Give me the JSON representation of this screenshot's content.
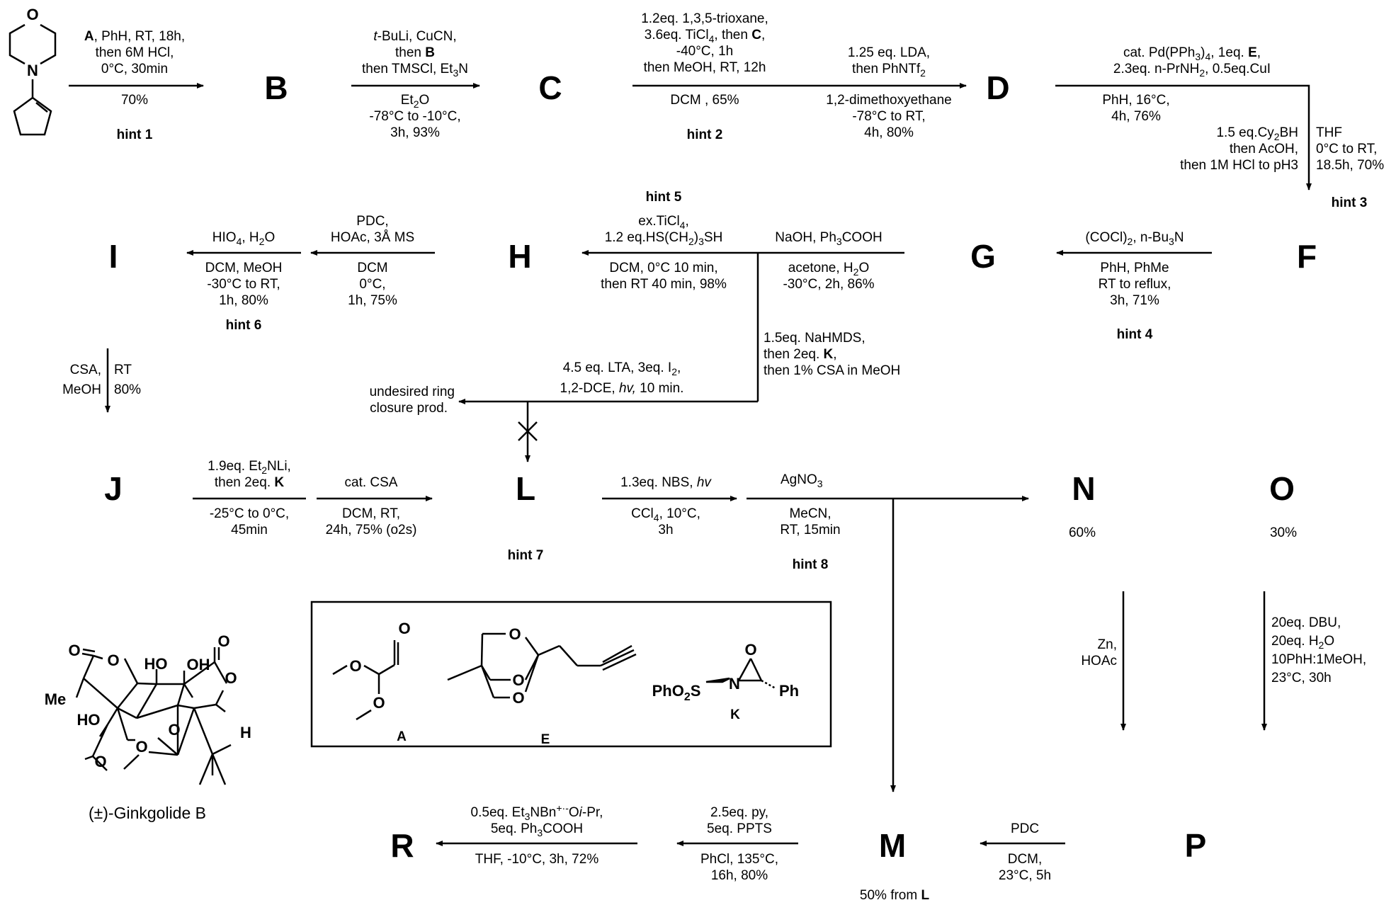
{
  "compounds": {
    "B": "B",
    "C": "C",
    "D": "D",
    "E": "E",
    "F": "F",
    "G": "G",
    "H": "H",
    "I": "I",
    "J": "J",
    "L": "L",
    "N": "N",
    "O": "O",
    "M": "M",
    "P": "P",
    "R": "R"
  },
  "steps": {
    "s1": {
      "top": [
        "A, PhH, RT, 18h,",
        "then 6M HCl,",
        "0°C, 30min"
      ],
      "bottom": [
        "70%"
      ],
      "hint": "hint 1"
    },
    "s2": {
      "top": [
        "t-BuLi, CuCN,",
        "then B",
        "then TMSCl, Et3N"
      ],
      "bottom": [
        "Et2O",
        "-78°C to -10°C,",
        "3h, 93%"
      ]
    },
    "s3": {
      "top": [
        "1.2eq. 1,3,5-trioxane,",
        "3.6eq. TiCl4, then C,",
        "-40°C, 1h",
        "then MeOH, RT, 12h"
      ],
      "bottom": [
        "DCM , 65%"
      ],
      "hint": "hint 2"
    },
    "s4": {
      "top": [
        "1.25 eq. LDA,",
        "then PhNTf2"
      ],
      "bottom": [
        "1,2-dimethoxyethane",
        "-78°C to RT,",
        "4h, 80%"
      ]
    },
    "s5": {
      "top": [
        "cat. Pd(PPh3)4, 1eq. E,",
        "2.3eq. n-PrNH2, 0.5eq.CuI"
      ],
      "bottom": [
        "PhH, 16°C,",
        "4h, 76%"
      ]
    },
    "s6": {
      "left": [
        "1.5 eq.Cy2BH",
        "then AcOH,",
        "then 1M HCl to pH3"
      ],
      "right": [
        "THF",
        "0°C to RT,",
        "18.5h, 70%"
      ],
      "hint": "hint 3"
    },
    "s7": {
      "top": [
        "(COCl)2, n-Bu3N"
      ],
      "bottom": [
        "PhH, PhMe",
        "RT to reflux,",
        "3h, 71%"
      ],
      "hint": "hint 4"
    },
    "s8": {
      "top": [
        "NaOH, Ph3COOH"
      ],
      "bottom": [
        "acetone, H2O",
        "-30°C, 2h, 86%"
      ]
    },
    "s9": {
      "hint": "hint 5",
      "top": [
        "ex.TiCl4,",
        "1.2 eq.HS(CH2)3SH"
      ],
      "bottom": [
        "DCM, 0°C 10 min,",
        "then RT 40 min, 98%"
      ]
    },
    "s10": {
      "top": [
        "PDC,",
        "HOAc, 3Å MS"
      ],
      "bottom": [
        "DCM",
        "0°C,",
        "1h, 75%"
      ]
    },
    "s11": {
      "top": [
        "HIO4, H2O"
      ],
      "bottom": [
        "DCM, MeOH",
        "-30°C to RT,",
        "1h, 80%"
      ],
      "hint": "hint 6"
    },
    "s12": {
      "left": [
        "CSA,",
        "MeOH"
      ],
      "right": [
        "RT",
        "80%"
      ]
    },
    "s13": {
      "right": [
        "1.5eq. NaHMDS,",
        "then 2eq. K,",
        "then 1% CSA in MeOH"
      ]
    },
    "s14": {
      "top": [
        "4.5 eq. LTA, 3eq. I2,",
        "1,2-DCE, hv, 10 min."
      ],
      "side": [
        "undesired ring",
        "closure prod."
      ]
    },
    "s15": {
      "top": [
        "1.9eq. Et2NLi,",
        "then 2eq. K"
      ],
      "bottom": [
        "-25°C to 0°C,",
        "45min"
      ]
    },
    "s16": {
      "top": [
        "cat. CSA"
      ],
      "bottom": [
        "DCM, RT,",
        "24h, 75% (o2s)"
      ]
    },
    "s17": {
      "top": [
        "1.3eq. NBS, hv"
      ],
      "bottom": [
        "CCl4, 10°C,",
        "3h"
      ],
      "hint": "hint 7"
    },
    "s18": {
      "top": [
        "AgNO3"
      ],
      "bottom": [
        "MeCN,",
        "RT, 15min"
      ],
      "hint": "hint 8"
    },
    "yieldN": "60%",
    "yieldO": "30%",
    "s19": {
      "left": [
        "Zn,",
        "HOAc"
      ]
    },
    "s20": {
      "right": [
        "20eq. DBU,",
        "20eq. H2O",
        "10PhH:1MeOH,",
        "23°C, 30h"
      ]
    },
    "s21": {
      "top": [
        "PDC"
      ],
      "bottom": [
        "DCM,",
        "23°C, 5h"
      ]
    },
    "yieldM": "50% from L",
    "s22": {
      "top": [
        "2.5eq. py,",
        "5eq. PPTS"
      ],
      "bottom": [
        "PhCl, 135°C,",
        "16h, 80%"
      ]
    },
    "s23": {
      "top": [
        "0.5eq. Et3NBn+·-Oi-Pr,",
        "5eq. Ph3COOH"
      ],
      "bottom": [
        "THF, -10°C, 3h, 72%"
      ]
    }
  },
  "structures": {
    "morpholine_O": "O",
    "morpholine_N": "N",
    "A_label": "A",
    "E_label": "E",
    "K_label": "K",
    "A_O1": "O",
    "A_O2": "O",
    "A_O3": "O",
    "E_O1": "O",
    "E_O2": "O",
    "E_O3": "O",
    "K_group": "PhO2S",
    "K_N": "N",
    "K_O": "O",
    "K_Ph": "Ph",
    "g_O": "O",
    "g_HO1": "HO",
    "g_OH": "OH",
    "g_O2": "O",
    "g_Me": "Me",
    "g_HO2": "HO",
    "g_O3": "O",
    "g_O4": "O",
    "g_O5": "O",
    "g_H": "H",
    "g_O6": "O",
    "g_O7": "O",
    "ginkgolide_name": "(±)-Ginkgolide B"
  }
}
